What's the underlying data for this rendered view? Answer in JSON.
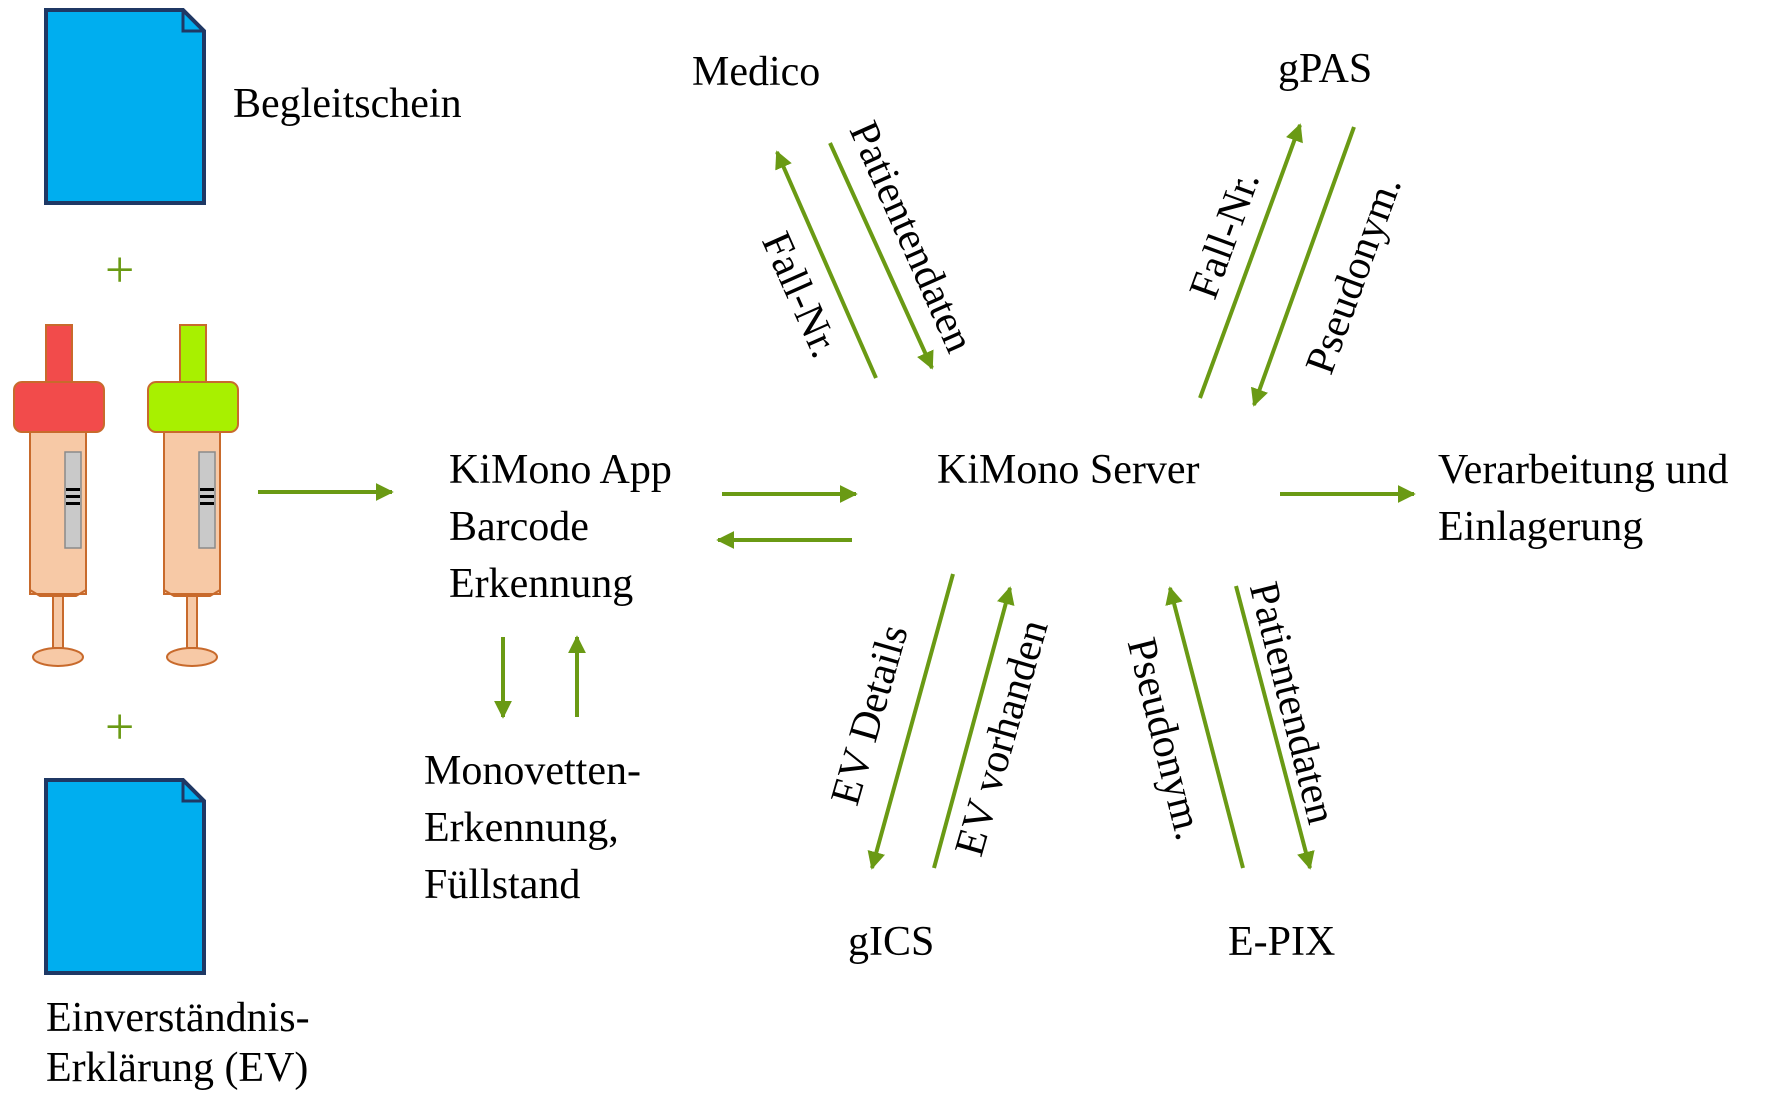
{
  "colors": {
    "arrow": "#6a9a14",
    "document_fill": "#00aeef",
    "document_stroke": "#1f3864",
    "tube_body": "#f7c9a6",
    "tube_outline": "#c86a2c",
    "cap_red": "#f24b4b",
    "cap_green": "#a8f000",
    "label_gray": "#c9c9c9"
  },
  "icons": [
    "document-icon",
    "blood-tube-icon",
    "plus-sign"
  ],
  "documents": {
    "begleitschein": "Begleitschein",
    "consent": [
      "Einverständnis-",
      "Erklärung (EV)"
    ]
  },
  "plus_sign": "+",
  "app": [
    "KiMono App",
    "Barcode",
    "Erkennung"
  ],
  "monovette": [
    "Monovetten-",
    "Erkennung,",
    "Füllstand"
  ],
  "server": "KiMono Server",
  "output": [
    "Verarbeitung und",
    "Einlagerung"
  ],
  "systems": {
    "medico": "Medico",
    "gpas": "gPAS",
    "gics": "gICS",
    "epix": "E-PIX"
  },
  "flows": {
    "medico_fallnr": "Fall-Nr.",
    "medico_patientendaten": "Patientendaten",
    "gpas_fallnr": "Fall-Nr.",
    "gpas_pseudonym": "Pseudonym.",
    "gics_ev_details": "EV Details",
    "gics_ev_vorhanden": "EV vorhanden",
    "epix_pseudonym": "Pseudonym.",
    "epix_patientendaten": "Patientendaten"
  }
}
